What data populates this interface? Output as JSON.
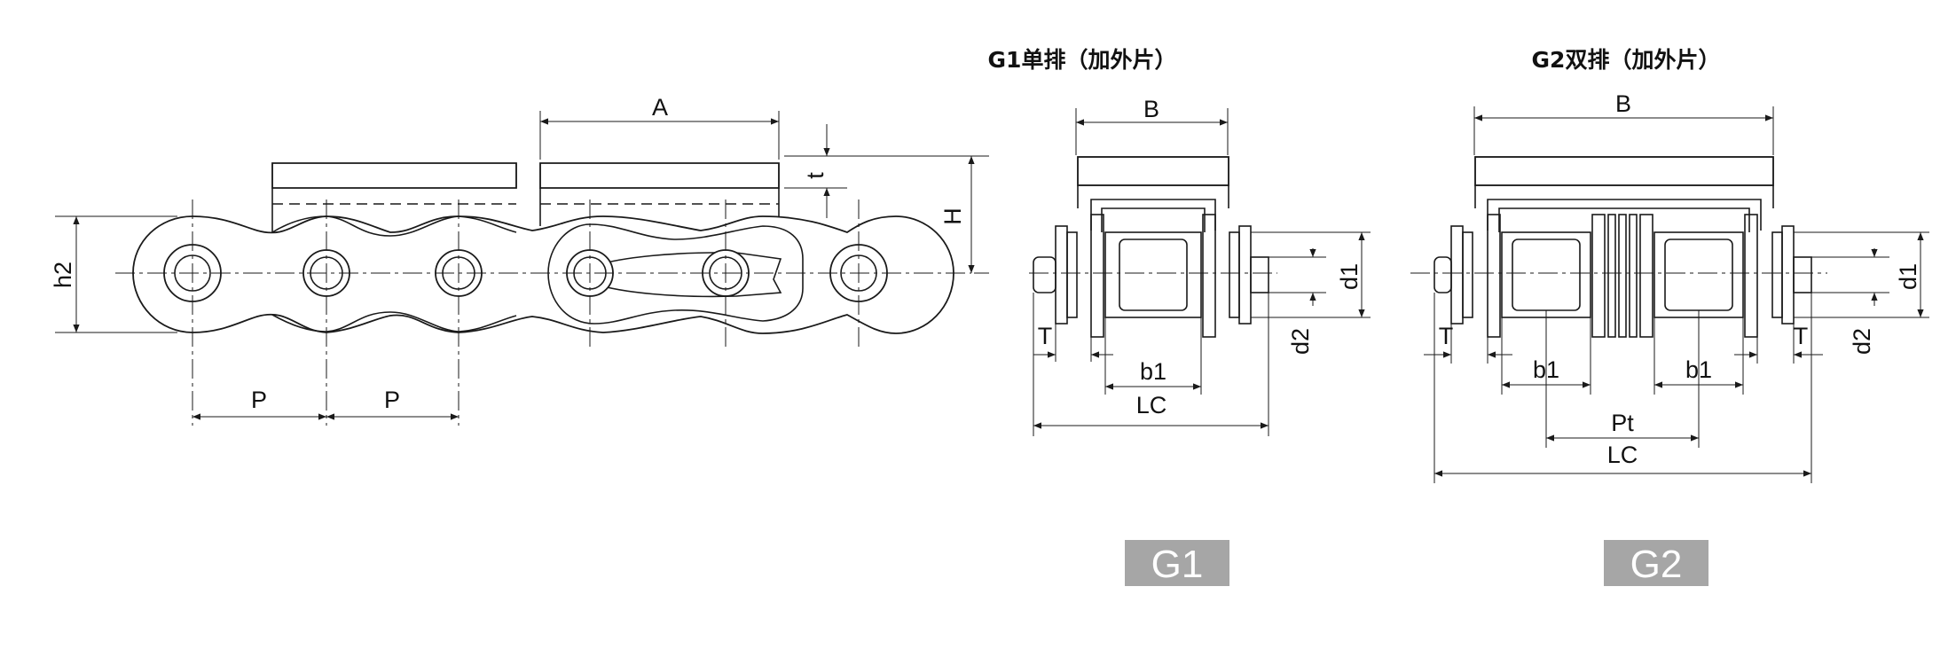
{
  "side_view": {
    "labels": {
      "A": "A",
      "H": "H",
      "t": "t",
      "h2": "h2",
      "P1": "P",
      "P2": "P"
    }
  },
  "g1": {
    "title": "G1单排（加外片）",
    "labels": {
      "B": "B",
      "d1": "d1",
      "d2": "d2",
      "T": "T",
      "b1": "b1",
      "LC": "LC"
    },
    "badge": "G1"
  },
  "g2": {
    "title": "G2双排（加外片）",
    "labels": {
      "B": "B",
      "d1": "d1",
      "d2": "d2",
      "T_left": "T",
      "T_right": "T",
      "b1_left": "b1",
      "b1_right": "b1",
      "Pt": "Pt",
      "LC": "LC"
    },
    "badge": "G2"
  },
  "colors": {
    "line": "#1a1a1a",
    "badge": "#a6a6a6",
    "badge_text": "#ffffff"
  }
}
